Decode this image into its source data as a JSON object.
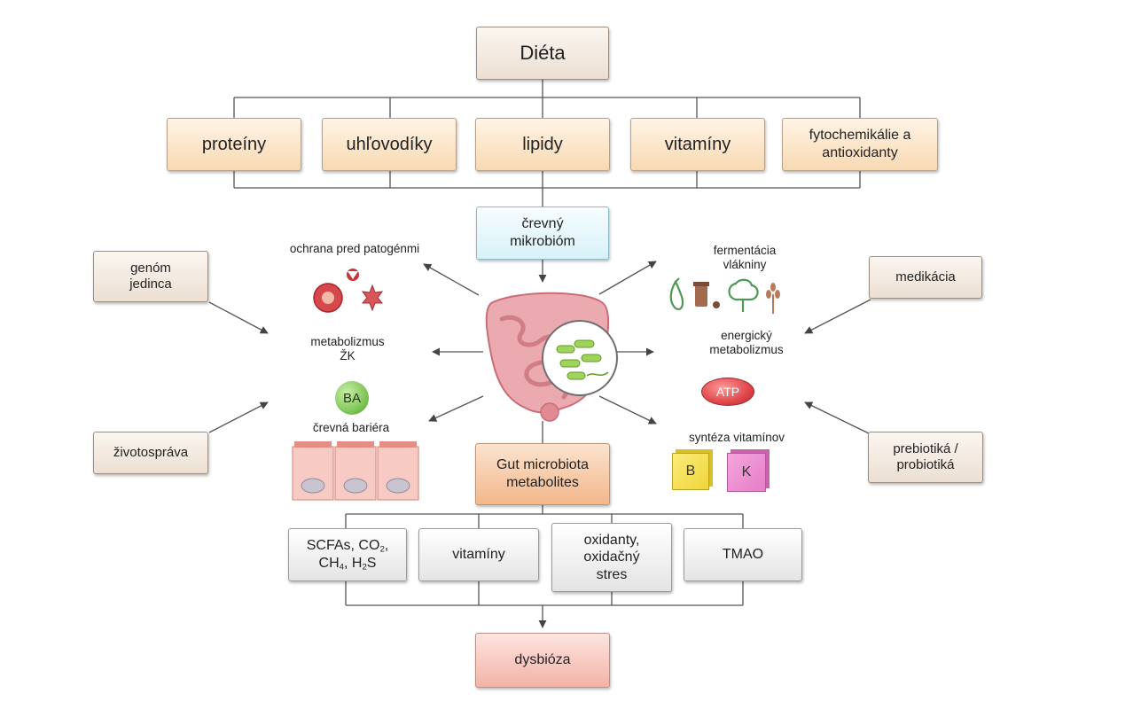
{
  "diet": "Diéta",
  "nutrients": [
    "proteíny",
    "uhľovodíky",
    "lipidy",
    "vitamíny",
    "fytochemikálie a antioxidanty"
  ],
  "microbiome": "črevný mikrobióm",
  "left_factors": [
    "genóm jedinca",
    "životospráva"
  ],
  "right_factors": [
    "medikácia",
    "prebiotiká / probiotiká"
  ],
  "left_functions": [
    "ochrana pred patogénmi",
    "metabolizmus ŽK",
    "črevná bariéra"
  ],
  "right_functions": [
    "fermentácia vlákniny",
    "energický metabolizmus",
    "syntéza vitamínov"
  ],
  "icon_labels": {
    "bile_acid": "BA",
    "atp": "ATP",
    "vitamin_b": "B",
    "vitamin_k": "K"
  },
  "metabolites_box": "Gut microbiota metabolites",
  "metabolites": {
    "scfa_line1": "SCFAs, CO",
    "scfa_sub1": "2",
    "scfa_line1_end": ",",
    "scfa_line2a": "CH",
    "scfa_sub2": "4",
    "scfa_line2b": ", H",
    "scfa_sub3": "2",
    "scfa_line2c": "S",
    "vitamins": "vitamíny",
    "oxidants": "oxidanty, oxidačný stres",
    "tmao": "TMAO"
  },
  "outcome": "dysbióza",
  "colors": {
    "connector": "#555555",
    "intestine": "#e59aa0",
    "bacteria": "#8cc63f",
    "ba_circle": "#7cc254",
    "atp": "#e0464a",
    "vitamin_b": "#f4e04a",
    "vitamin_k": "#e77dc7"
  }
}
